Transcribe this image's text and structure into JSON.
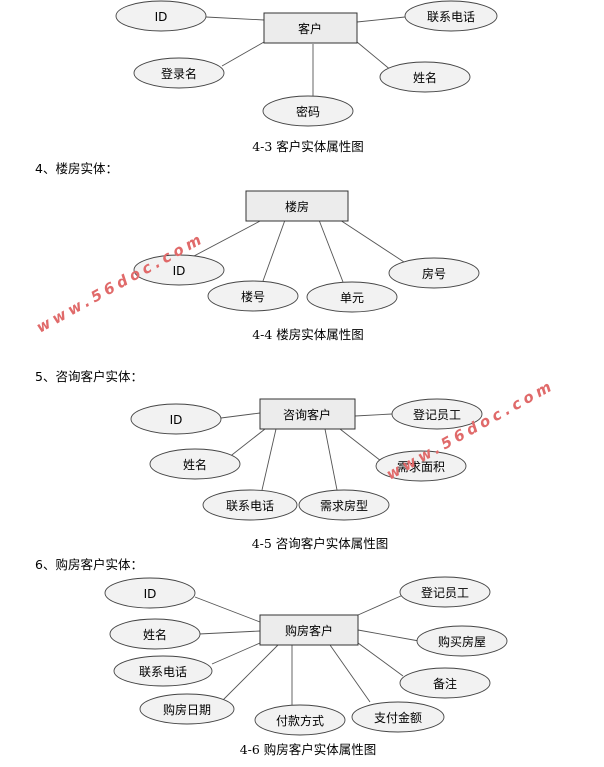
{
  "headings": {
    "building": "4、楼房实体：",
    "inquiry": "5、咨询客户实体：",
    "purchase": "6、购房客户实体："
  },
  "diagrams": {
    "customer": {
      "entity": "客户",
      "attrs": [
        "ID",
        "联系电话",
        "登录名",
        "姓名",
        "密码"
      ],
      "caption": "4-3 客户实体属性图"
    },
    "building": {
      "entity": "楼房",
      "attrs": [
        "ID",
        "楼号",
        "单元",
        "房号"
      ],
      "caption": "4-4 楼房实体属性图"
    },
    "inquiry": {
      "entity": "咨询客户",
      "attrs": [
        "ID",
        "登记员工",
        "姓名",
        "需求面积",
        "联系电话",
        "需求房型"
      ],
      "caption": "4-5 咨询客户实体属性图"
    },
    "purchase": {
      "entity": "购房客户",
      "attrs": [
        "ID",
        "登记员工",
        "姓名",
        "购买房屋",
        "联系电话",
        "备注",
        "购房日期",
        "付款方式",
        "支付金额"
      ],
      "caption": "4-6 购房客户实体属性图"
    }
  },
  "watermark": "www.56doc.com",
  "colors": {
    "entity_fill": "#ececec",
    "attr_fill": "#f2f2f2",
    "line": "#555555",
    "watermark": "#e06a6a"
  }
}
